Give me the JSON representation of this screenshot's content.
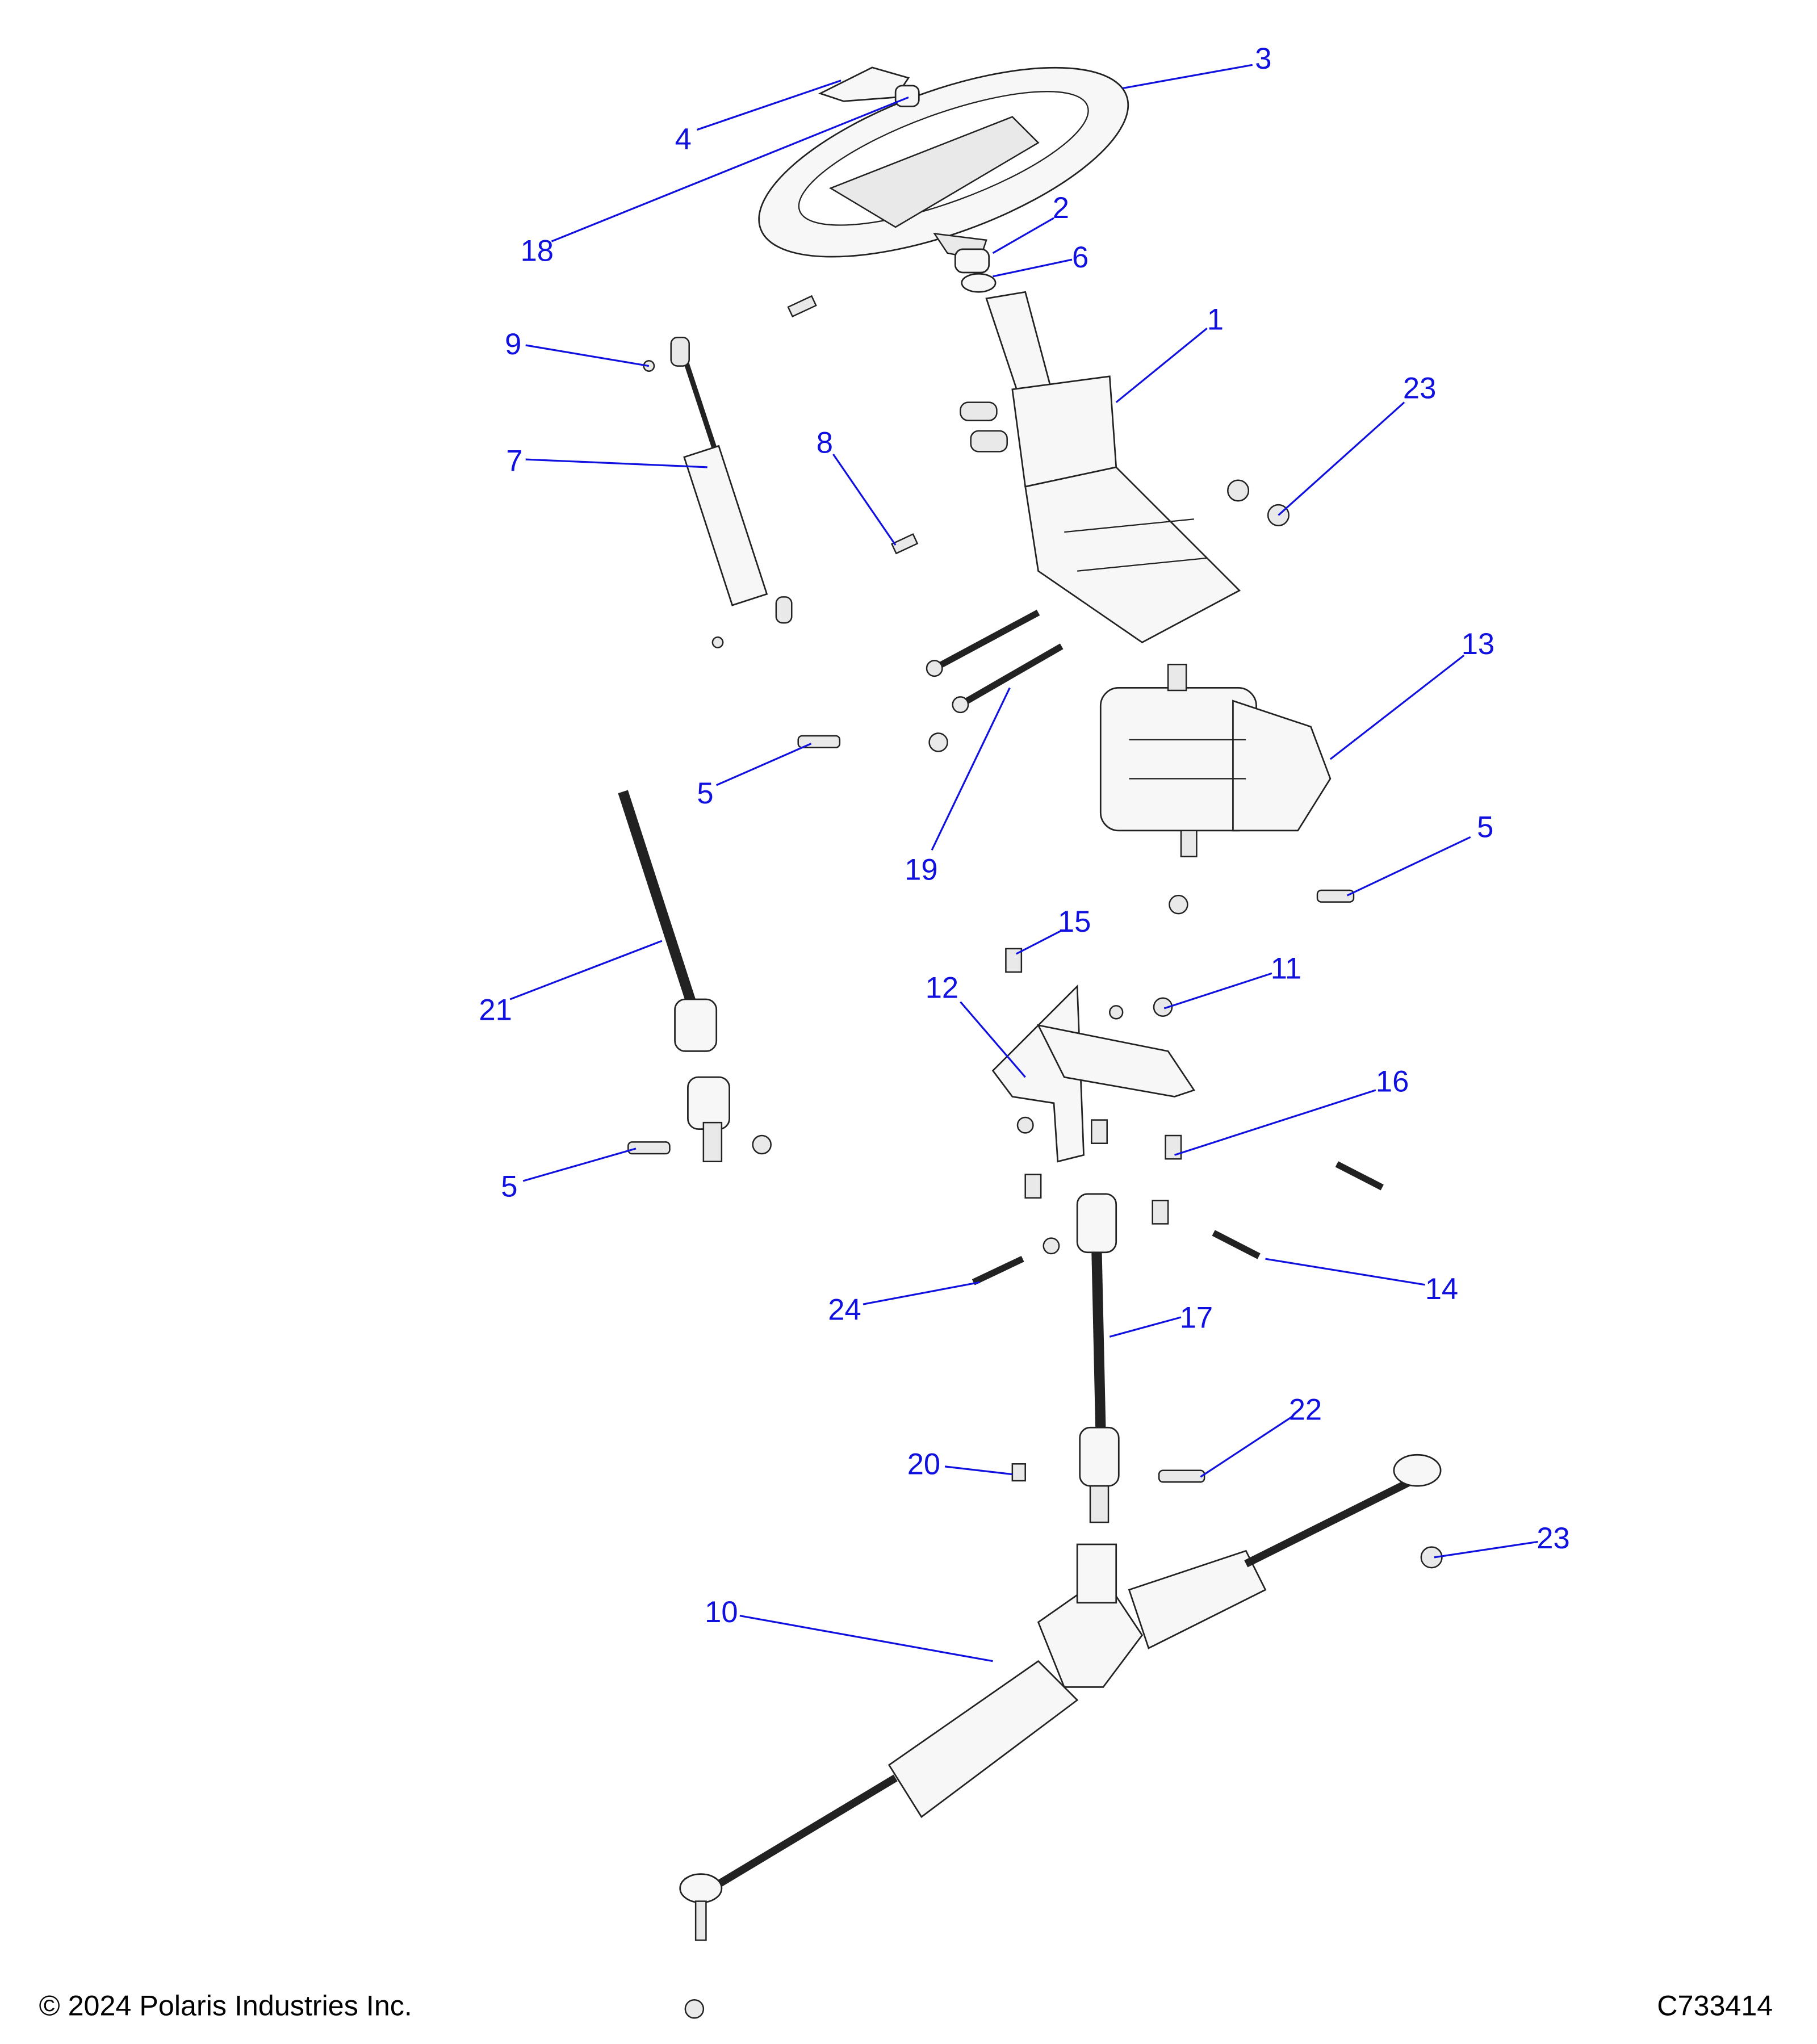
{
  "diagram": {
    "callouts": [
      "3",
      "4",
      "18",
      "2",
      "6",
      "1",
      "9",
      "23",
      "7",
      "8",
      "13",
      "5",
      "19",
      "5",
      "15",
      "11",
      "12",
      "21",
      "16",
      "5",
      "14",
      "24",
      "17",
      "22",
      "20",
      "23",
      "10"
    ],
    "parts": [
      "steering-wheel",
      "steering-cover",
      "cap",
      "bushing",
      "washer",
      "steering-column-bracket",
      "pin",
      "nut",
      "gas-shock",
      "bolt",
      "gearbox",
      "bolt",
      "long-bolt",
      "bolt",
      "bolt",
      "nut",
      "mount-bracket",
      "upper-shaft",
      "bolt",
      "bolt",
      "bolt",
      "bolt",
      "lower-shaft",
      "bolt",
      "plug",
      "nut",
      "steering-rack"
    ]
  },
  "footer": {
    "copyright": "© 2024 Polaris Industries Inc.",
    "drawing_number": "C733414"
  },
  "colors": {
    "callout": "#1010e0",
    "line_art": "#222222"
  }
}
